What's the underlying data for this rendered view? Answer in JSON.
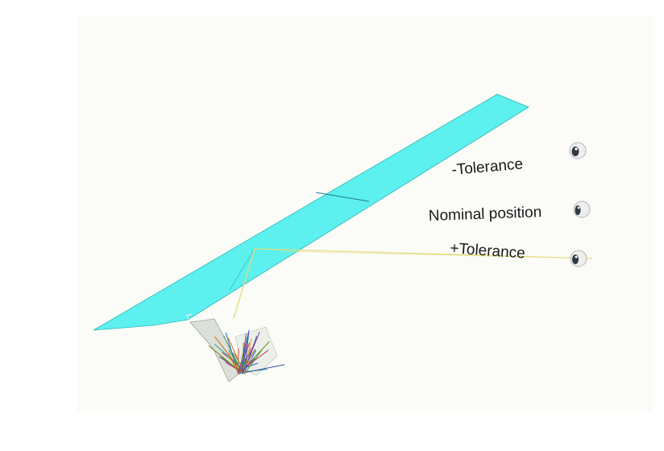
{
  "labels": {
    "minus_tolerance": "-Tolerance",
    "nominal_position": "Nominal position",
    "plus_tolerance": "+Tolerance"
  },
  "icons": [
    "eye-icon",
    "eye-icon",
    "eye-icon"
  ],
  "colors": {
    "background": "#ffffff",
    "panel": "#fbfbf8",
    "surface": "#5cf0ee",
    "surface_edge": "#2fb9b7",
    "sight_line": "#e2dc7a",
    "label_text": "#1a1a1a"
  }
}
